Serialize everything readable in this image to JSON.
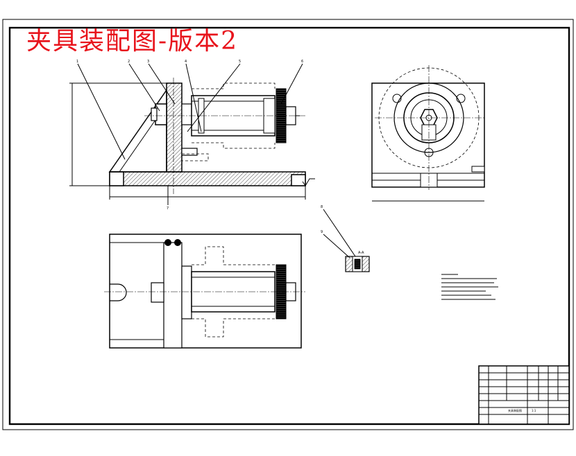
{
  "drawing": {
    "title": "夹具装配图-版本2",
    "part_numbers": [
      "1",
      "2",
      "3",
      "4",
      "5",
      "6",
      "7",
      "8",
      "9"
    ],
    "section_label": "A-A",
    "title_block": {
      "name": "夹具装配图",
      "scale": "1:1"
    }
  },
  "colors": {
    "title": "#e8141c",
    "line": "#000000",
    "background": "#ffffff"
  }
}
